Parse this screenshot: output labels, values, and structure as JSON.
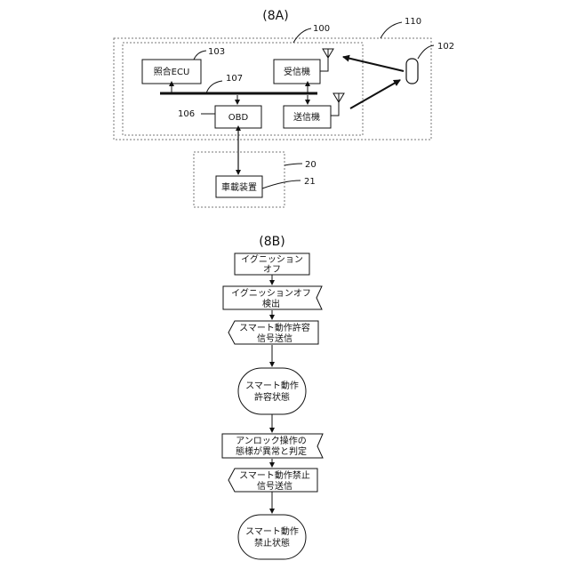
{
  "fig_a": {
    "title": "(8A)",
    "refs": {
      "r110": "110",
      "r100": "100",
      "r102": "102",
      "r103": "103",
      "r107": "107",
      "r106": "106",
      "r20": "20",
      "r21": "21"
    },
    "blocks": {
      "collation_ecu": "照合ECU",
      "receiver": "受信機",
      "obd": "OBD",
      "transmitter": "送信機",
      "onboard_device": "車載装置"
    }
  },
  "fig_b": {
    "title": "(8B)",
    "steps": [
      {
        "line1": "イグニッション",
        "line2": "オフ"
      },
      {
        "line1": "イグニッションオフ",
        "line2": "検出"
      },
      {
        "line1": "スマート動作許容",
        "line2": "信号送信"
      },
      {
        "line1": "スマート動作",
        "line2": "許容状態"
      },
      {
        "line1": "アンロック操作の",
        "line2": "態様が異常と判定"
      },
      {
        "line1": "スマート動作禁止",
        "line2": "信号送信"
      },
      {
        "line1": "スマート動作",
        "line2": "禁止状態"
      }
    ]
  }
}
